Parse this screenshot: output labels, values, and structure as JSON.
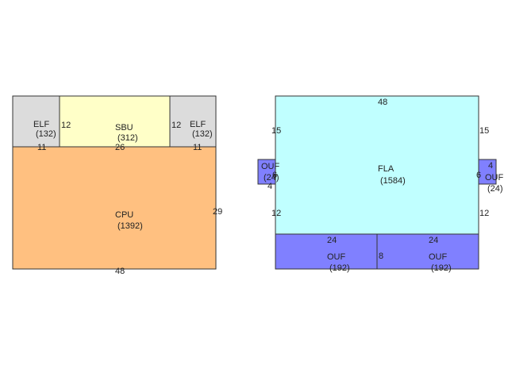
{
  "sketch_left": {
    "areas": [
      {
        "id": "elf-left",
        "code": "ELF",
        "sqft": "(132)",
        "fill": "#dcdcdc"
      },
      {
        "id": "sbu",
        "code": "SBU",
        "sqft": "(312)",
        "fill": "#ffffc8"
      },
      {
        "id": "elf-right",
        "code": "ELF",
        "sqft": "(132)",
        "fill": "#dcdcdc"
      },
      {
        "id": "cpu",
        "code": "CPU",
        "sqft": "(1392)",
        "fill": "#ffc080"
      }
    ],
    "dimensions": {
      "elf_left_right": "12",
      "elf_right_left": "12",
      "elf_left_bottom": "11",
      "sbu_bottom": "26",
      "elf_right_bottom": "11",
      "cpu_right": "29",
      "cpu_bottom": "48"
    }
  },
  "sketch_right": {
    "areas": [
      {
        "id": "fla",
        "code": "FLA",
        "sqft": "(1584)",
        "fill": "#c0ffff"
      },
      {
        "id": "ouf-left-small",
        "code": "OUF",
        "sqft": "(24)",
        "fill": "#8080ff"
      },
      {
        "id": "ouf-right-small",
        "code": "OUF",
        "sqft": "(24)",
        "fill": "#8080ff"
      },
      {
        "id": "ouf-bottom-left",
        "code": "OUF",
        "sqft": "(192)",
        "fill": "#8080ff"
      },
      {
        "id": "ouf-bottom-right",
        "code": "OUF",
        "sqft": "(192)",
        "fill": "#8080ff"
      }
    ],
    "dimensions": {
      "fla_top": "48",
      "fla_left_upper": "15",
      "fla_right_upper": "15",
      "fla_left_lower": "12",
      "fla_right_lower": "12",
      "ouf_left_inner": "6",
      "ouf_left_side": "4",
      "ouf_right_inner": "6",
      "ouf_right_side": "4",
      "ouf_bottom_left_top": "24",
      "ouf_bottom_right_top": "24",
      "ouf_bottom_middle": "8"
    }
  }
}
